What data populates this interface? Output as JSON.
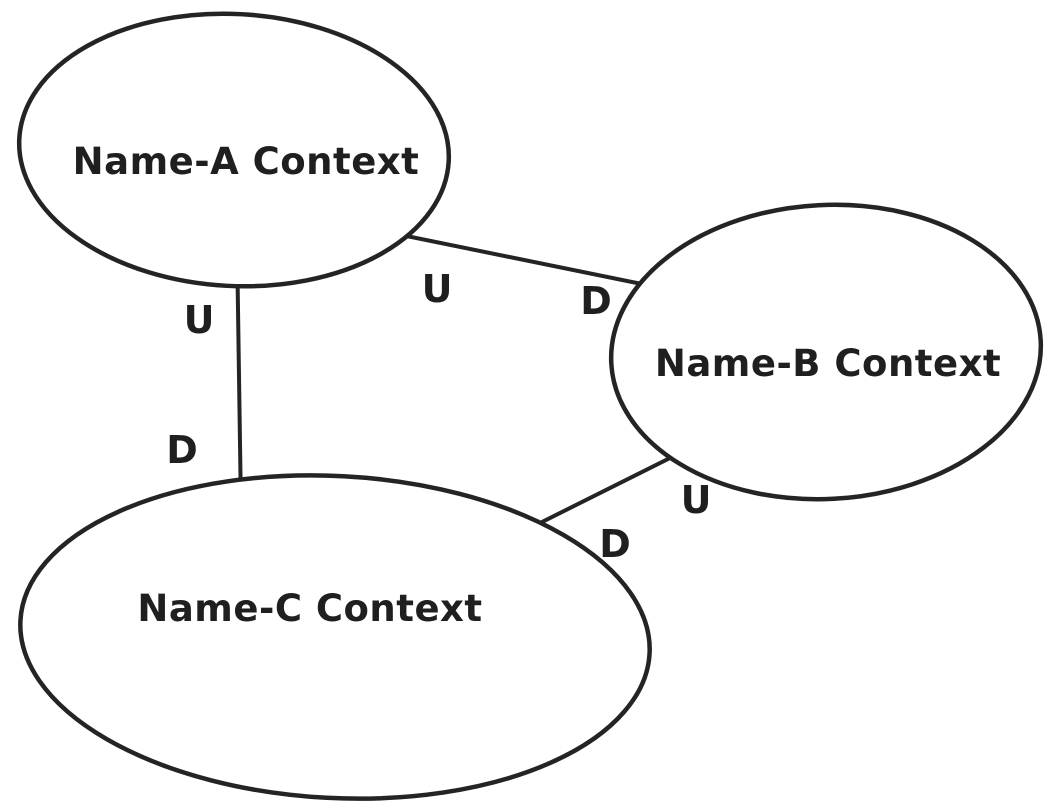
{
  "diagram": {
    "type": "context-map",
    "background_color": "#ffffff",
    "ink_color": "#242424",
    "nodes": [
      {
        "id": "name-a",
        "label": "Name-A Context"
      },
      {
        "id": "name-b",
        "label": "Name-B Context"
      },
      {
        "id": "name-c",
        "label": "Name-C Context"
      }
    ],
    "edges": [
      {
        "from": "name-a",
        "to": "name-c",
        "from_end_label": "U",
        "to_end_label": "D"
      },
      {
        "from": "name-a",
        "to": "name-b",
        "from_end_label": "U",
        "to_end_label": "D"
      },
      {
        "from": "name-b",
        "to": "name-c",
        "from_end_label": "U",
        "to_end_label": "D"
      }
    ]
  }
}
